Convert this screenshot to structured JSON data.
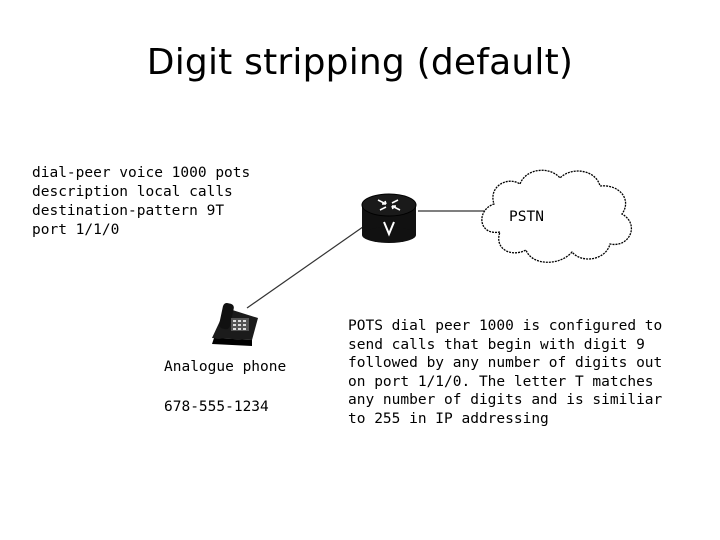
{
  "title": "Digit stripping (default)",
  "config_lines": [
    "dial-peer voice 1000 pots",
    "description local calls",
    "destination-pattern 9T",
    "port 1/1/0"
  ],
  "cloud_label": "PSTN",
  "phone": {
    "label": "Analogue phone",
    "number": "678-555-1234"
  },
  "note_lines": [
    "POTS dial peer 1000 is configured to",
    "send calls that begin with digit 9",
    "followed by any number of digits out",
    "on port 1/1/0. The letter T matches",
    "any number of digits and is similiar",
    "to 255 in IP addressing"
  ],
  "icons": {
    "router": "voice-router-icon",
    "cloud": "pstn-cloud-icon",
    "phone": "analog-phone-icon"
  }
}
